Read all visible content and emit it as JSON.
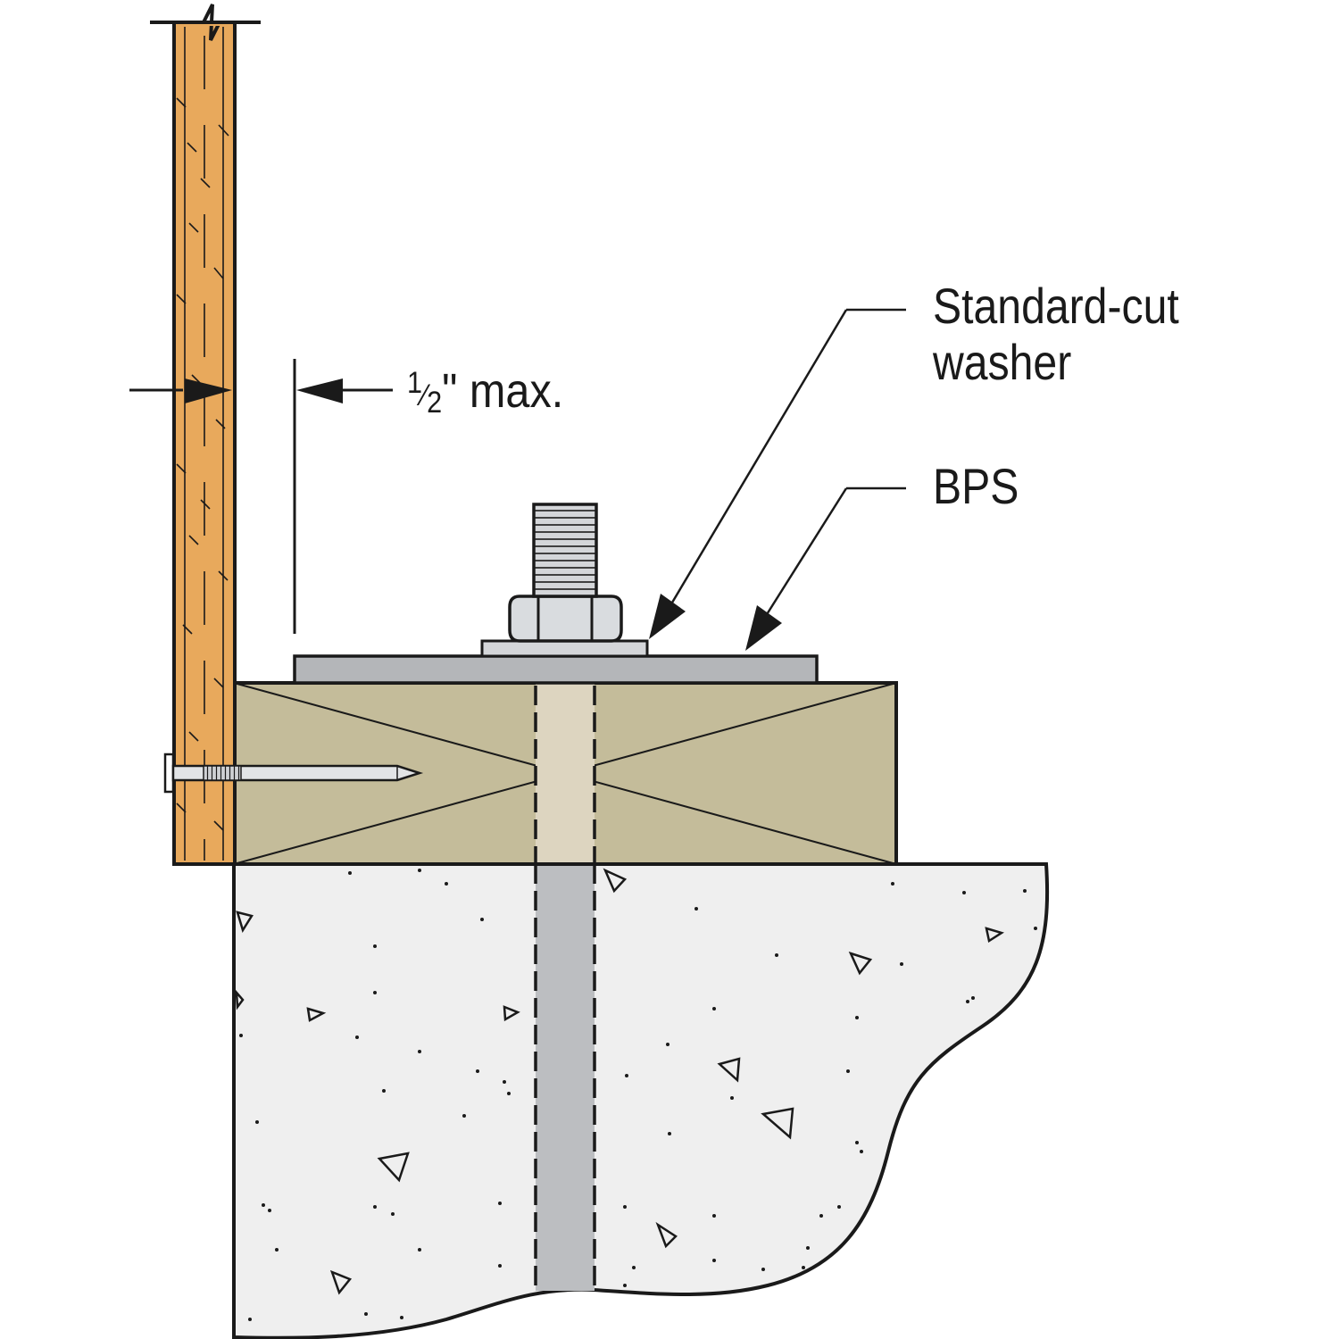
{
  "labels": {
    "washer_line1": "Standard-cut",
    "washer_line2": "washer",
    "plate": "BPS",
    "dimension_num": "1",
    "dimension_slash": "⁄",
    "dimension_den": "2",
    "dimension_rest": "\" max."
  },
  "colors": {
    "wood_stud": "#e8a95c",
    "sill_plate": "#c4bc9a",
    "bolt_hole": "#ddd5c0",
    "concrete": "#efefef",
    "anchor_rod": "#bcbec1",
    "steel_plate": "#b4b6b9",
    "washer": "#d4d6d9",
    "nut": "#d9dcdf",
    "outline": "#1a1a1a"
  }
}
